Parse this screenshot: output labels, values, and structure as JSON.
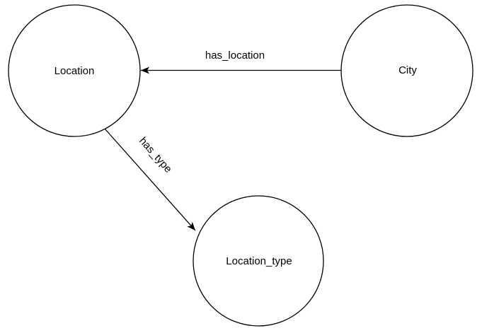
{
  "diagram": {
    "nodes": [
      {
        "id": "location",
        "label": "Location",
        "shape": "circle"
      },
      {
        "id": "city",
        "label": "City",
        "shape": "circle"
      },
      {
        "id": "location_type",
        "label": "Location_type",
        "shape": "circle"
      }
    ],
    "edges": [
      {
        "id": "has_location",
        "label": "has_location",
        "source": "city",
        "target": "location",
        "direction": "arrow-to-target"
      },
      {
        "id": "has_type",
        "label": "has_type",
        "source": "location",
        "target": "location_type",
        "direction": "arrow-to-target"
      }
    ],
    "colors": {
      "background": "#ffffff",
      "node_fill": "#ffffff",
      "stroke": "#000000",
      "text": "#000000"
    }
  }
}
